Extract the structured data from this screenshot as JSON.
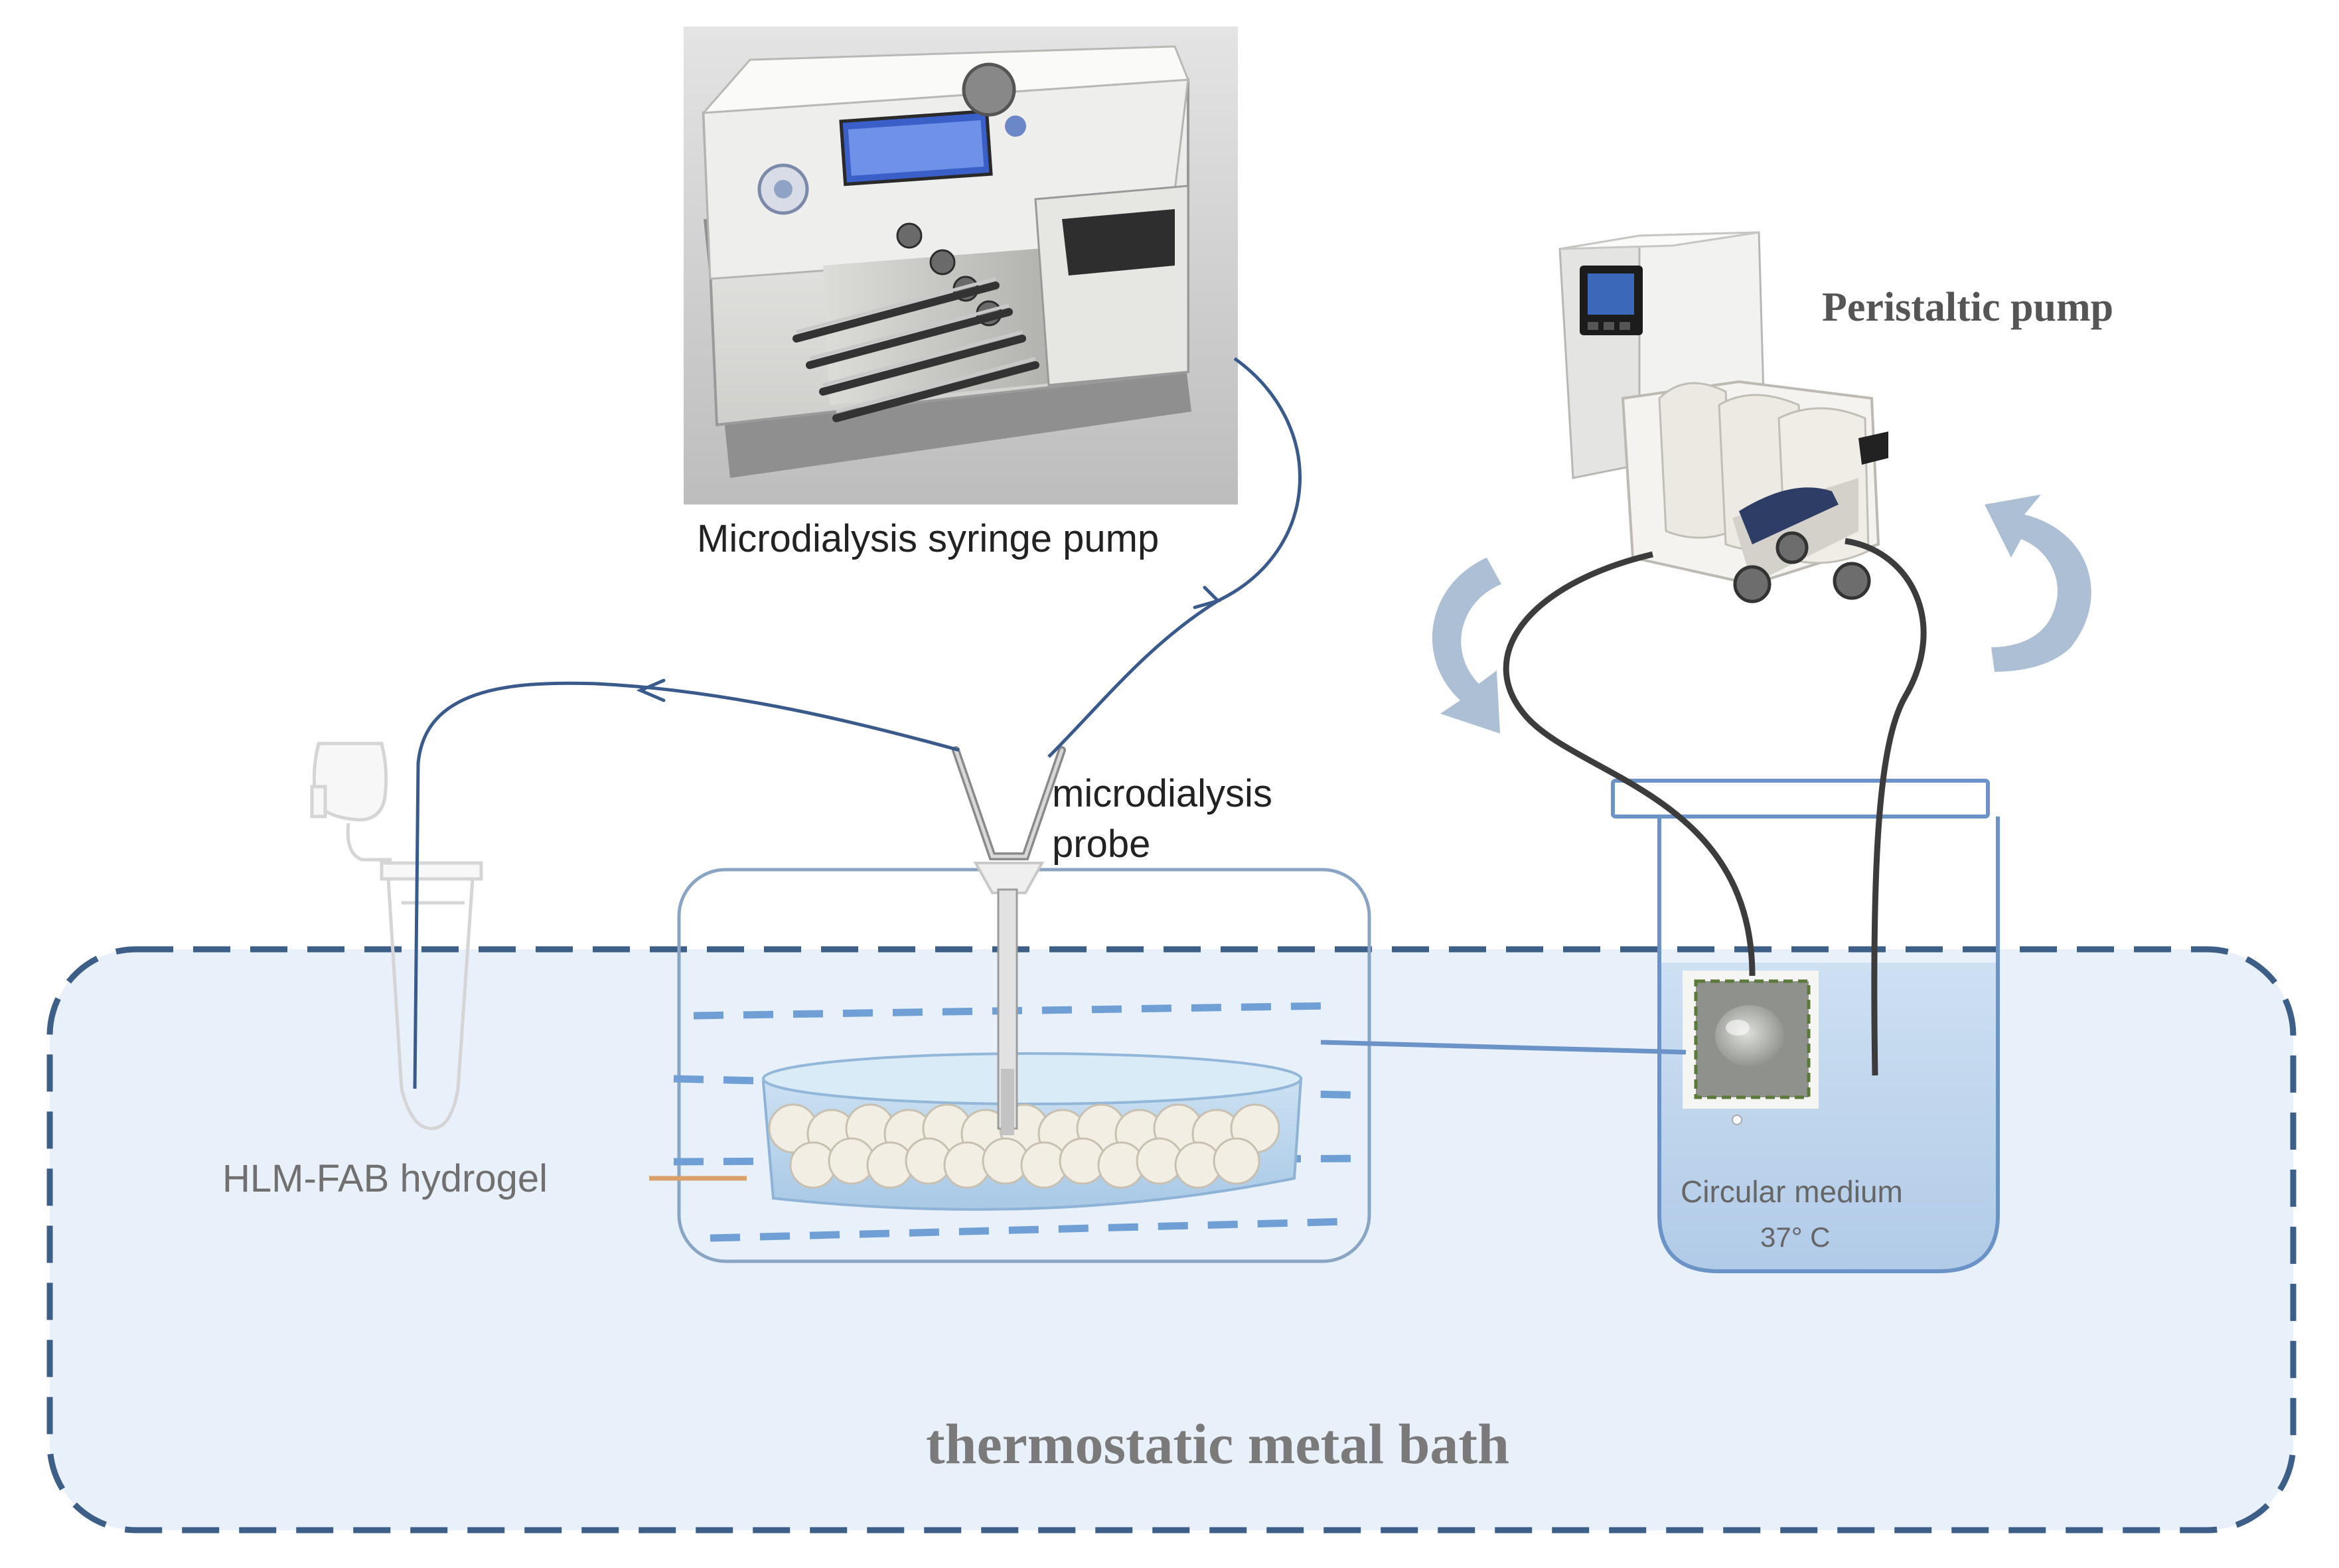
{
  "labels": {
    "syringe_pump": "Microdialysis syringe pump",
    "peristaltic_pump": "Peristaltic pump",
    "probe_line1": "microdialysis",
    "probe_line2": "probe",
    "hydrogel": "HLM-FAB hydrogel",
    "medium_line1": "Circular medium",
    "medium_line2": "37° C",
    "bath": "thermostatic metal bath"
  },
  "colors": {
    "bath_fill": "#e8f0f9",
    "bath_border": "#3d5e86",
    "tube": "#3a5a8c",
    "dash_blue": "#6f9fd4",
    "connector": "#6b93c7",
    "hydrogel_pointer": "#d9a06b",
    "label_gray": "#7a7a7a",
    "text_dark": "#222222",
    "bead": "#f3eee4",
    "arrow_fill": "#9fb4cc"
  },
  "icons": {
    "syringe_pump": "syringe-pump-device-icon",
    "peristaltic_pump": "peristaltic-pump-device-icon",
    "collection_tube": "microcentrifuge-tube-icon",
    "beaker": "beaker-icon",
    "hydrogel_sample": "hydrogel-disc-icon",
    "rotation_arrow": "curved-arrow-icon"
  }
}
